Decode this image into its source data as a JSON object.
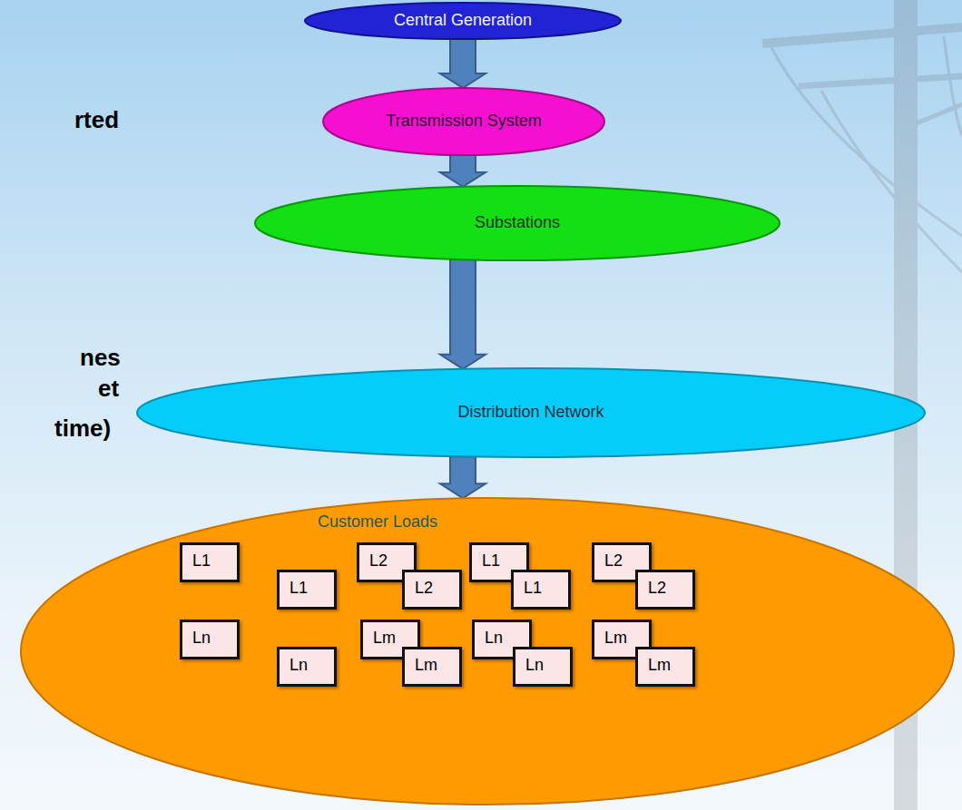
{
  "diagram": {
    "nodes": [
      {
        "text": [
          "Central Generation"
        ]
      },
      {
        "text": [
          "Transmission System"
        ]
      },
      {
        "text": [
          "Substations"
        ]
      },
      {
        "text": [
          "Distribution Network"
        ]
      },
      {
        "text": [
          "Customer Loads"
        ]
      },
      {
        "text": [
          "L1"
        ],
        "in": 4
      },
      {
        "text": [
          "L2"
        ],
        "in": 4
      },
      {
        "text": [
          "L1"
        ],
        "in": 4
      },
      {
        "text": [
          "L2"
        ],
        "in": 4
      },
      {
        "text": [
          "L1"
        ],
        "in": 4
      },
      {
        "text": [
          "L2"
        ],
        "in": 4
      },
      {
        "text": [
          "L1"
        ],
        "in": 4
      },
      {
        "text": [
          "L2"
        ],
        "in": 4
      },
      {
        "text": [
          "Ln"
        ],
        "in": 4
      },
      {
        "text": [
          "Lm"
        ],
        "in": 4
      },
      {
        "text": [
          "Ln"
        ],
        "in": 4
      },
      {
        "text": [
          "Lm"
        ],
        "in": 4
      },
      {
        "text": [
          "Ln"
        ],
        "in": 4
      },
      {
        "text": [
          "Lm"
        ],
        "in": 4
      },
      {
        "text": [
          "Ln"
        ],
        "in": 4
      },
      {
        "text": [
          "Lm"
        ],
        "in": 4
      }
    ],
    "edges": [
      {
        "from": 0,
        "to": 1,
        "arrow": "to"
      },
      {
        "from": 1,
        "to": 2,
        "arrow": "to"
      },
      {
        "from": 2,
        "to": 3,
        "arrow": "to"
      },
      {
        "from": 3,
        "to": 4,
        "arrow": "to"
      }
    ],
    "labels": [
      "rted",
      "nes",
      "et",
      "time)"
    ]
  }
}
